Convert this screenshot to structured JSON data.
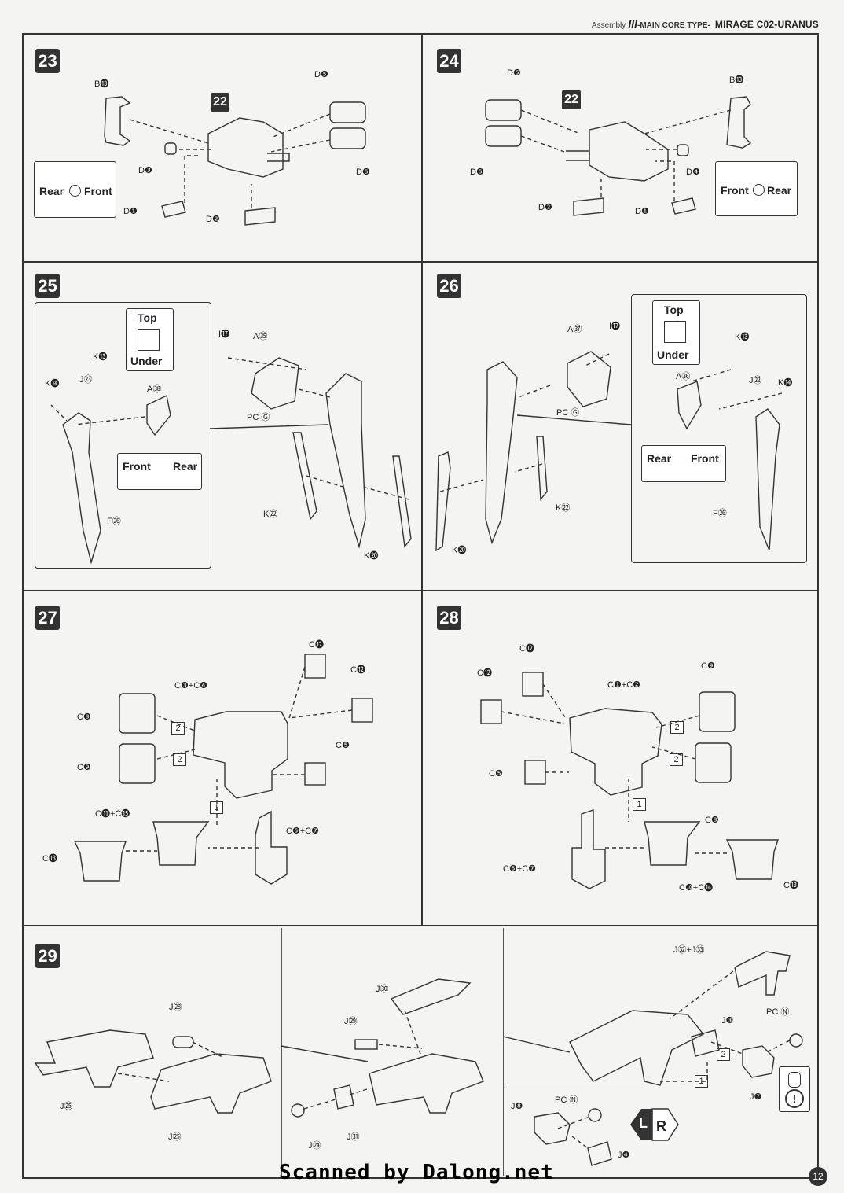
{
  "header": {
    "section": "Assembly",
    "roman": "III",
    "subtitle": "-MAIN CORE TYPE-",
    "title": "MIRAGE C02-URANUS"
  },
  "steps": {
    "s23": {
      "number": "23",
      "ref": "22",
      "parts": [
        "B⓭",
        "D❺",
        "D❺",
        "D❸",
        "D❶",
        "D❷"
      ],
      "note": {
        "left": "Rear",
        "right": "Front"
      }
    },
    "s24": {
      "number": "24",
      "ref": "22",
      "parts": [
        "D❺",
        "B⓭",
        "D❺",
        "D❹",
        "D❷",
        "D❶"
      ],
      "note": {
        "left": "Front",
        "right": "Rear"
      }
    },
    "s25": {
      "number": "25",
      "parts": [
        "I⓱",
        "A㉟",
        "K⓭",
        "J㉓",
        "A㊳",
        "K⓮",
        "PC Ⓖ",
        "K㉒",
        "F㉖",
        "K⓴"
      ],
      "inset_top": "Top",
      "inset_under": "Under",
      "fr_left": "Front",
      "fr_right": "Rear"
    },
    "s26": {
      "number": "26",
      "parts": [
        "A㊲",
        "I⓱",
        "K⓭",
        "J㉒",
        "K⓮",
        "A㊱",
        "PC Ⓖ",
        "K㉒",
        "K⓴",
        "F㉖"
      ],
      "inset_top": "Top",
      "inset_under": "Under",
      "fr_left": "Rear",
      "fr_right": "Front"
    },
    "s27": {
      "number": "27",
      "parts": [
        "C⓬",
        "C⓬",
        "C❸+C❹",
        "C❽",
        "C❾",
        "C❺",
        "C⓫+C⓯",
        "C❻+C❼",
        "C⓭"
      ],
      "order": [
        "2",
        "2",
        "1"
      ]
    },
    "s28": {
      "number": "28",
      "parts": [
        "C⓬",
        "C⓬",
        "C❶+C❷",
        "C❾",
        "C❺",
        "C❽",
        "C❻+C❼",
        "C❿+C⓮",
        "C⓭"
      ],
      "order": [
        "2",
        "2",
        "1"
      ]
    },
    "s29": {
      "number": "29",
      "parts_a": [
        "J㉘",
        "J㉕",
        "J㉕"
      ],
      "parts_b": [
        "J㉚",
        "J㉙",
        "J㉔",
        "J㉛"
      ],
      "parts_c": [
        "J㉜+J㉝",
        "PC Ⓝ",
        "J❸",
        "J❼"
      ],
      "parts_d": [
        "J❽",
        "PC Ⓝ",
        "J❹"
      ],
      "order": [
        "2",
        "1"
      ],
      "lr_left": "L",
      "lr_right": "R",
      "warn": "!"
    }
  },
  "footer": {
    "scan": "Scanned by Dalong.net",
    "page": "12"
  }
}
